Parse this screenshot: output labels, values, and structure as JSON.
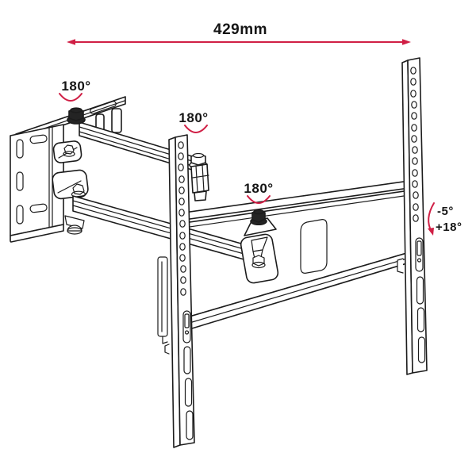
{
  "annotations": {
    "width_dimension": "429mm",
    "swivel_angles": [
      "180°",
      "180°",
      "180°"
    ],
    "tilt_up": "-5°",
    "tilt_down": "+18°"
  },
  "colors": {
    "annotation_red": "#d01f45",
    "line_color": "#1c1c1c",
    "background": "#ffffff"
  }
}
